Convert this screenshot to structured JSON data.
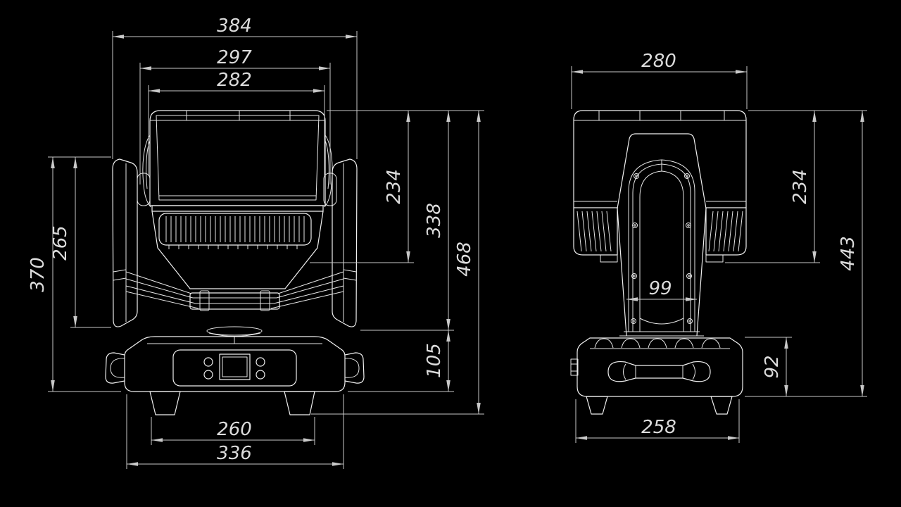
{
  "drawing": {
    "type": "orthographic-technical-drawing",
    "subject": "moving-head-wash-light",
    "units_implied": "mm",
    "colors": {
      "background": "#000000",
      "fixture_line": "#f0f0f0",
      "dimension_line": "#c9c9c9",
      "dimension_text": "#dcdcdc"
    },
    "front_view": {
      "label": "front-view",
      "dims": {
        "overall_width": "384",
        "yoke_width": "297",
        "head_width": "282",
        "lens_section_height": "234",
        "head_to_base_height": "338",
        "overall_height": "468",
        "arm_height": "265",
        "arm_top_to_base_bottom": "370",
        "base_height": "105",
        "feet_span": "260",
        "base_width": "336"
      }
    },
    "side_view": {
      "label": "side-view",
      "dims": {
        "head_depth": "280",
        "lens_section_height": "234",
        "body_height": "443",
        "arm_width": "99",
        "base_height": "92",
        "base_depth": "258"
      }
    }
  }
}
